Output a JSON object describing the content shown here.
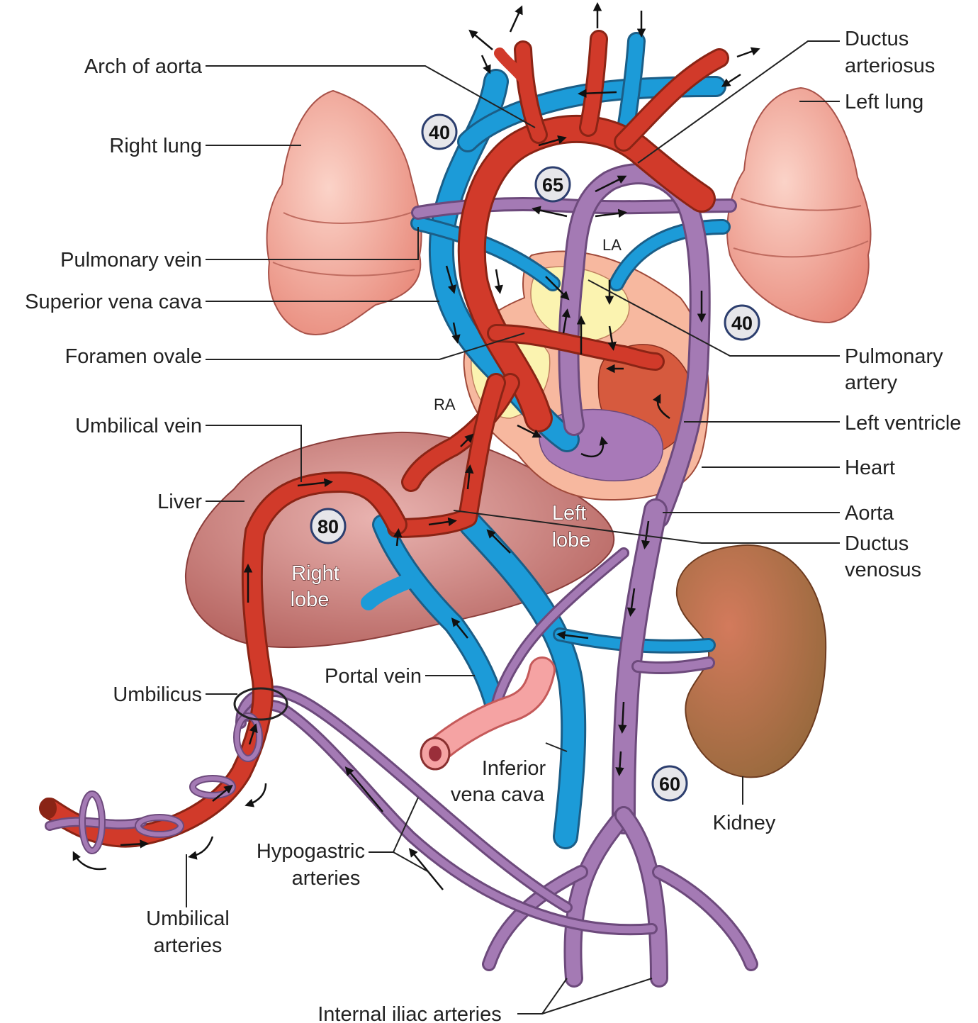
{
  "labels": {
    "arch_of_aorta": "Arch of aorta",
    "right_lung": "Right lung",
    "pulmonary_vein": "Pulmonary vein",
    "superior_vena_cava": "Superior vena cava",
    "foramen_ovale": "Foramen ovale",
    "umbilical_vein": "Umbilical vein",
    "liver": "Liver",
    "umbilicus": "Umbilicus",
    "portal_vein": "Portal vein",
    "hypogastric_arteries_1": "Hypogastric",
    "hypogastric_arteries_2": "arteries",
    "umbilical_arteries_1": "Umbilical",
    "umbilical_arteries_2": "arteries",
    "internal_iliac_arteries": "Internal iliac arteries",
    "inferior_vena_cava_1": "Inferior",
    "inferior_vena_cava_2": "vena cava",
    "kidney": "Kidney",
    "ductus_arteriosus_1": "Ductus",
    "ductus_arteriosus_2": "arteriosus",
    "left_lung": "Left lung",
    "pulmonary_artery_1": "Pulmonary",
    "pulmonary_artery_2": "artery",
    "left_ventricle": "Left ventricle",
    "heart": "Heart",
    "aorta": "Aorta",
    "ductus_venosus_1": "Ductus",
    "ductus_venosus_2": "venosus",
    "la": "LA",
    "ra": "RA",
    "right_lobe_1": "Right",
    "right_lobe_2": "lobe",
    "left_lobe_1": "Left",
    "left_lobe_2": "lobe"
  },
  "badges": [
    "40",
    "65",
    "40",
    "80",
    "60"
  ],
  "colors": {
    "oxygenated": "#d13a2a",
    "deoxygenated": "#1c9bd8",
    "mixed": "#a47ab4",
    "lung": "#f0a394",
    "liver": "#c77a76",
    "kidney": "#a5653f",
    "heart_outer": "#f6b79c",
    "atrium_fill": "#fbf3b0"
  }
}
